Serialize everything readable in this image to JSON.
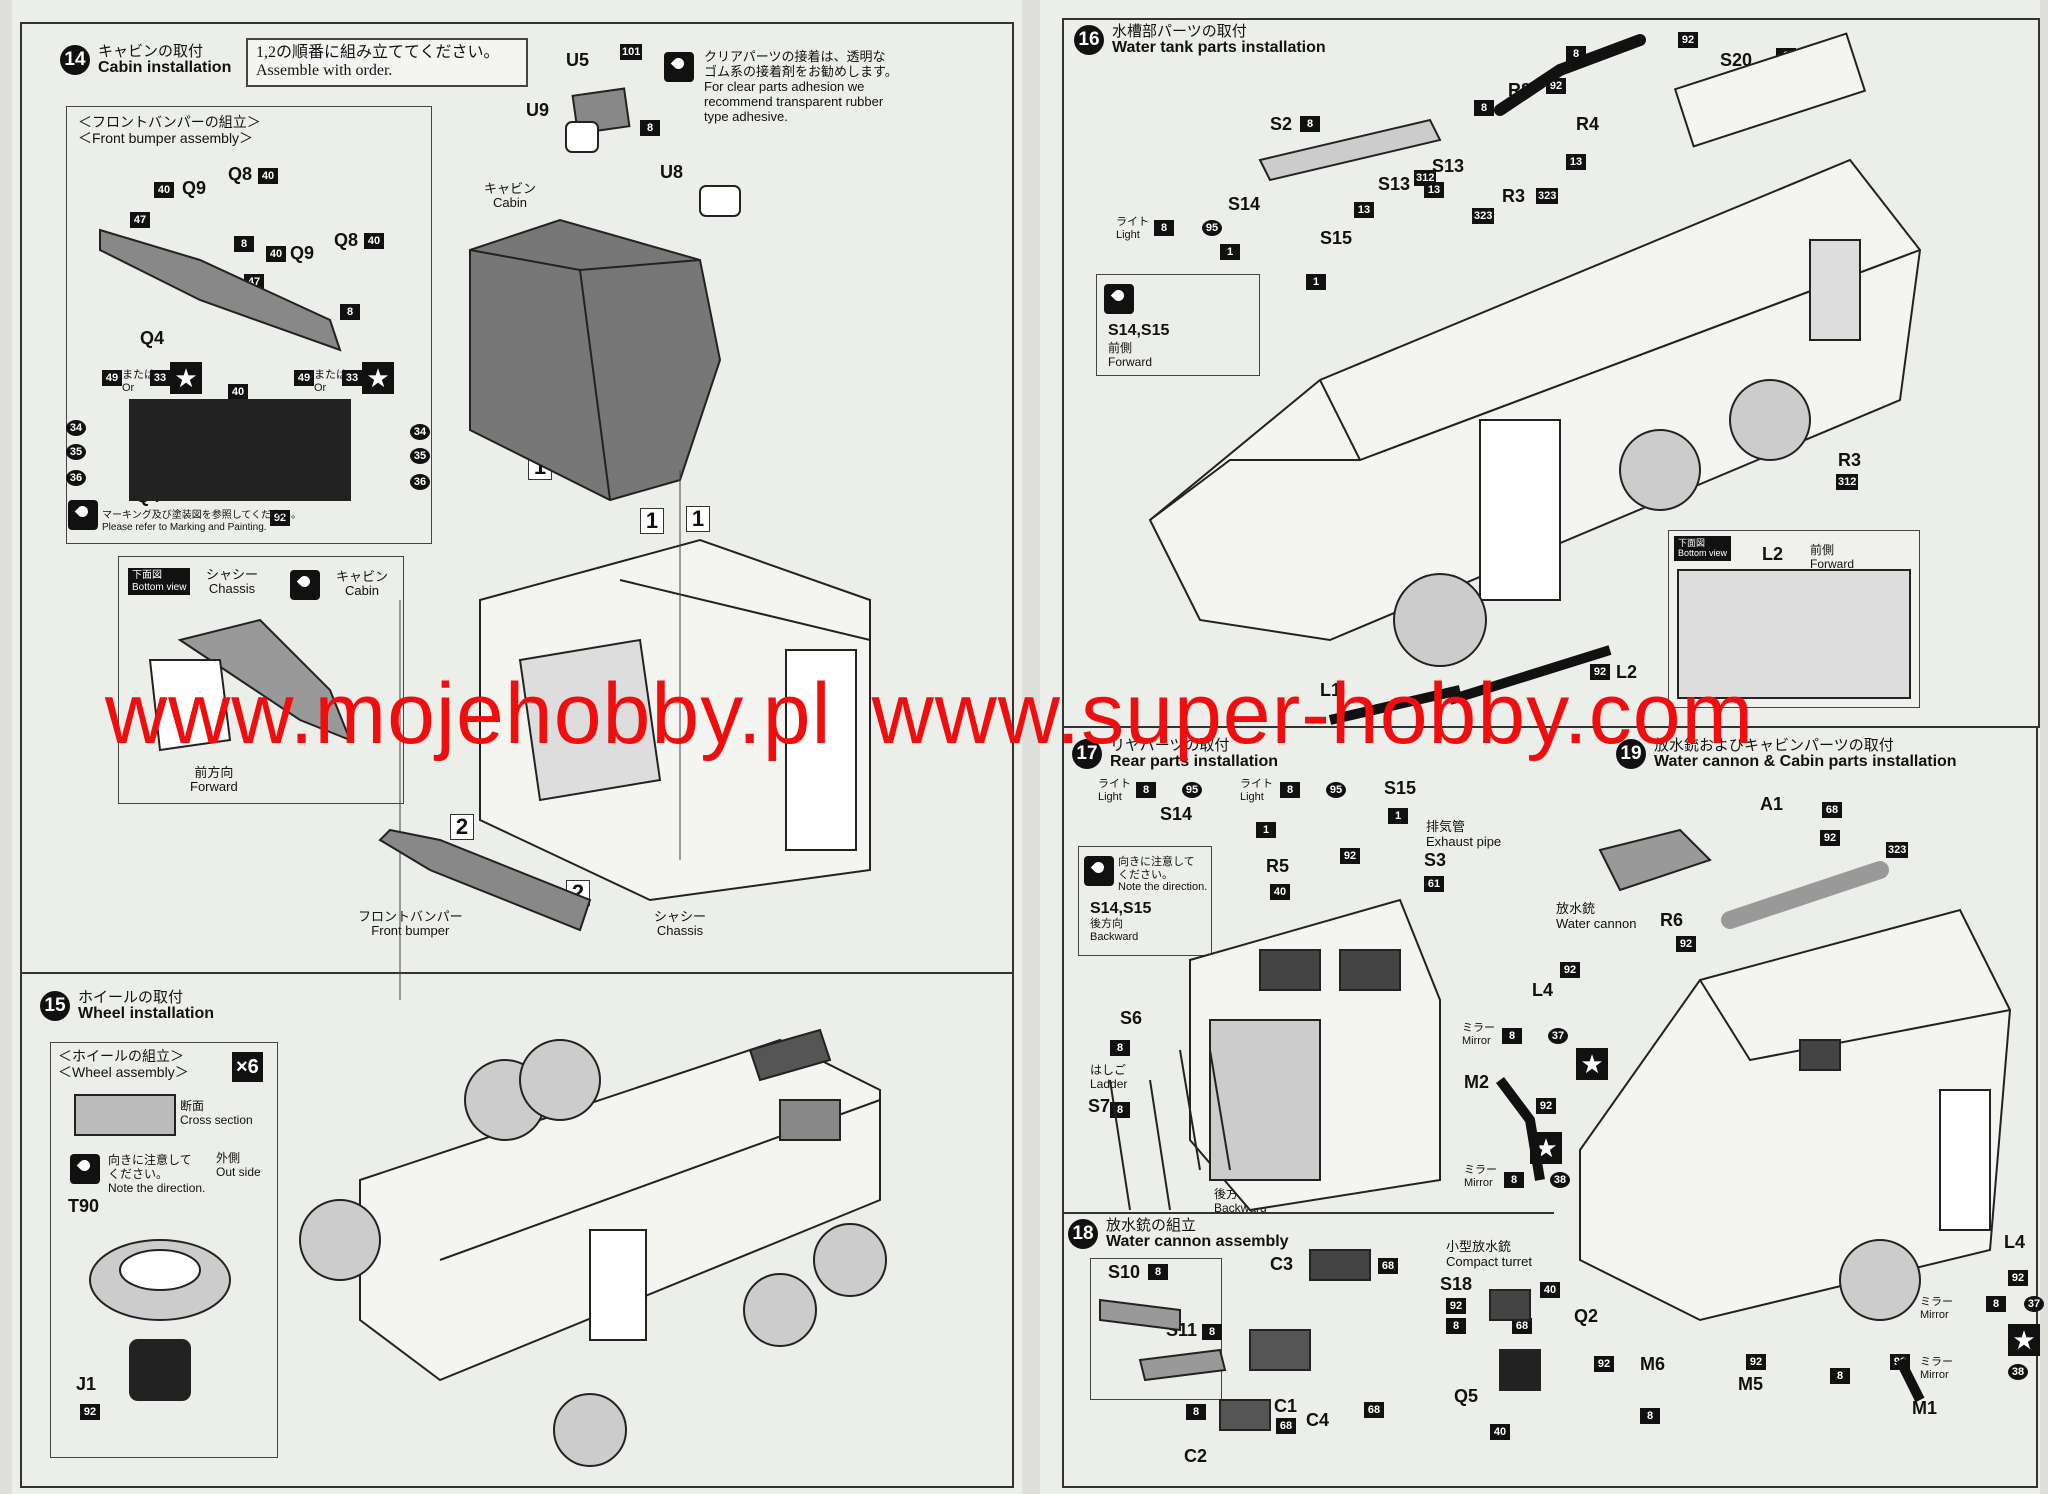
{
  "watermark": {
    "part1": "www.mojehobby.pl",
    "part2": "www.super-hobby.com"
  },
  "step14": {
    "num": "14",
    "title_jp": "キャビンの取付",
    "title_en": "Cabin installation",
    "order_jp": "1,2の順番に組み立ててください。",
    "order_en": "Assemble with order.",
    "clear_jp1": "クリアパーツの接着は、透明な",
    "clear_jp2": "ゴム系の接着剤をお勧めします。",
    "clear_en1": "For clear parts adhesion we",
    "clear_en2": "recommend transparent rubber",
    "clear_en3": "type adhesive.",
    "bumper_jp": "＜フロントバンパーの組立＞",
    "bumper_en": "＜Front bumper assembly＞",
    "cabin_jp": "キャビン",
    "cabin_en": "Cabin",
    "marking_jp": "マーキング及び塗装図を参照してください。",
    "marking_en": "Please refer to Marking and Painting.",
    "bottom_jp": "下面図",
    "bottom_en": "Bottom view",
    "chassis_jp": "シャシー",
    "chassis_en": "Chassis",
    "forward_jp": "前方向",
    "forward_en": "Forward",
    "front_bumper_jp": "フロントバンパー",
    "front_bumper_en": "Front bumper",
    "or_jp": "または",
    "or_en": "Or"
  },
  "step15": {
    "num": "15",
    "title_jp": "ホイールの取付",
    "title_en": "Wheel installation",
    "wheel_jp": "＜ホイールの組立＞",
    "wheel_en": "＜Wheel assembly＞",
    "count": "×6",
    "cross_jp": "断面",
    "cross_en": "Cross section",
    "dir_jp1": "向きに注意して",
    "dir_jp2": "ください。",
    "dir_en": "Note the direction.",
    "out_jp": "外側",
    "out_en": "Out side"
  },
  "step16": {
    "num": "16",
    "title_jp": "水槽部パーツの取付",
    "title_en": "Water tank parts installation",
    "light_jp": "ライト",
    "light_en": "Light",
    "front_jp": "前側",
    "forward_en": "Forward",
    "bottom_jp": "下面図",
    "bottom_en": "Bottom view",
    "s14s15": "S14,S15"
  },
  "step17": {
    "num": "17",
    "title_jp": "リヤパーツの取付",
    "title_en": "Rear parts installation",
    "exhaust_jp": "排気管",
    "exhaust_en": "Exhaust pipe",
    "dir_jp1": "向きに注意して",
    "dir_jp2": "ください。",
    "dir_en": "Note the direction.",
    "back_jp": "後方向",
    "back_en": "Backward",
    "ladder_jp": "はしご",
    "ladder_en": "Ladder"
  },
  "step18": {
    "num": "18",
    "title_jp": "放水銃の組立",
    "title_en": "Water cannon assembly",
    "turret_jp": "小型放水銃",
    "turret_en": "Compact turret"
  },
  "step19": {
    "num": "19",
    "title_jp": "放水銃およびキャビンパーツの取付",
    "title_en": "Water cannon & Cabin parts installation",
    "cannon_jp": "放水銃",
    "cannon_en": "Water cannon",
    "mirror_jp": "ミラー",
    "mirror_en": "Mirror"
  },
  "parts": {
    "U5": "U5",
    "U9": "U9",
    "U8": "U8",
    "Q9": "Q9",
    "Q8": "Q8",
    "Q4": "Q4",
    "T90": "T90",
    "J1": "J1",
    "R8": "R8",
    "R4": "R4",
    "S20": "S20",
    "S2": "S2",
    "S13": "S13",
    "R3": "R3",
    "S14": "S14",
    "S15": "S15",
    "L1": "L1",
    "L2": "L2",
    "R5": "R5",
    "S3": "S3",
    "S6": "S6",
    "S7": "S7",
    "S10": "S10",
    "S11": "S11",
    "C3": "C3",
    "C1": "C1",
    "C2": "C2",
    "C4": "C4",
    "S18": "S18",
    "Q2": "Q2",
    "Q5": "Q5",
    "M6": "M6",
    "M5": "M5",
    "M1": "M1",
    "M2": "M2",
    "L4": "L4",
    "A1": "A1",
    "R6": "R6"
  },
  "colors": {
    "c8": "8",
    "c13": "13",
    "c92": "92",
    "c40": "40",
    "c47": "47",
    "c49": "49",
    "c33": "33",
    "c34": "34",
    "c35": "35",
    "c36": "36",
    "c101": "101",
    "c312": "312",
    "c323": "323",
    "c95": "95",
    "c1": "1",
    "c61": "61",
    "c68": "68",
    "c37": "37",
    "c38": "38"
  },
  "steps": {
    "one": "1",
    "two": "2"
  }
}
